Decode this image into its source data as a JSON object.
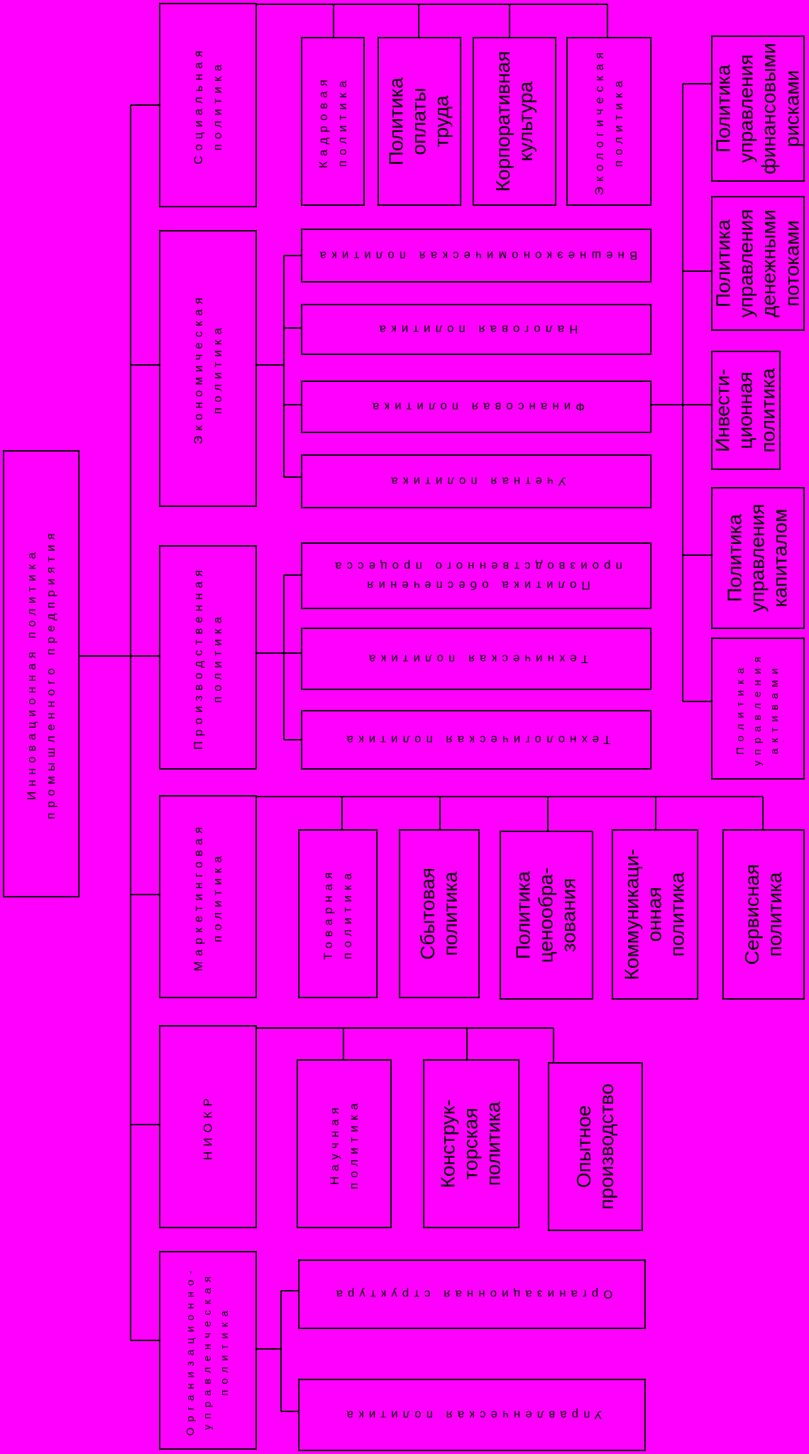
{
  "root": "Инновационная политика\nпромышленного предприятия",
  "branches": {
    "social": "Социальная\nполитика",
    "economic": "Экономическая\nполитика",
    "production": "Производственная\nполитика",
    "marketing": "Маркетинговая\nполитика",
    "rnd": "НИОКР",
    "org": "Организационно-\nуправленческая\nполитика"
  },
  "social_items": {
    "personnel": "Кадровая\nполитика",
    "wages": "Политика\nоплаты\nтруда",
    "corporate": "Корпоративная\nкультура",
    "ecological": "Экологическая\nполитика"
  },
  "economic_items": {
    "foreign": "Внешнеэкономическая политика",
    "tax": "Налоговая политика",
    "financial": "Финансовая политика",
    "accounting": "Учетная политика"
  },
  "financial_items": {
    "risks": "Политика\nуправления\nфинансовыми\nрисками",
    "cashflow": "Политика\nуправления\nденежными\nпотоками",
    "investment": "Инвести-\nционная\nполитика",
    "capital": "Политика\nуправления\nкапиталом",
    "assets": "Политика\nуправления\nактивами"
  },
  "production_items": {
    "support": "Политика обеспечения\nпроизводственного процесса",
    "technical": "Техническая политика",
    "technological": "Технологическая политика"
  },
  "marketing_items": {
    "product": "Товарная\nполитика",
    "sales": "Сбытовая\nполитика",
    "pricing": "Политика\nценообра-\nзования",
    "communication": "Коммуникаци-\nонная\nполитика",
    "service": "Сервисная\nполитика"
  },
  "rnd_items": {
    "scientific": "Научная\nполитика",
    "design": "Конструк-\nторская\nполитика",
    "pilot": "Опытное\nпроизводство"
  },
  "org_items": {
    "structure": "Организационная структура",
    "managerial": "Управленческая политика"
  }
}
